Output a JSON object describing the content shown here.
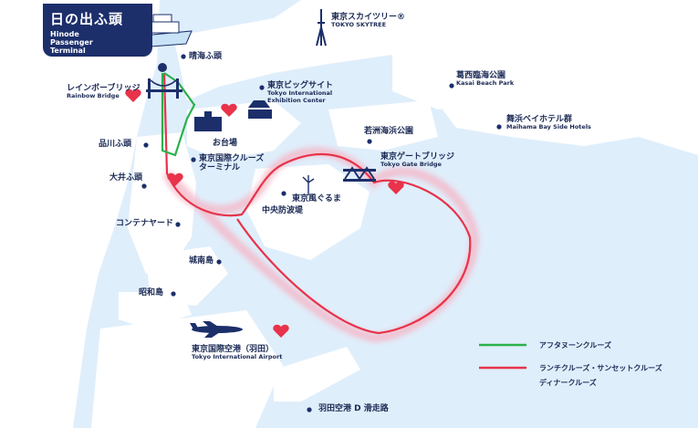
{
  "badge": {
    "title": "日の出ふ頭",
    "subtitle_en": "Hinode Passenger Terminal"
  },
  "places": {
    "skytree": {
      "jp": "東京スカイツリー®",
      "en": "TOKYO SKYTREE"
    },
    "harumi": {
      "jp": "晴海ふ頭"
    },
    "rainbow": {
      "jp": "レインボーブリッジ",
      "en": "Rainbow Bridge"
    },
    "bigsight": {
      "jp": "東京ビッグサイト",
      "en": "Tokyo International Exhibition Center"
    },
    "kasai": {
      "jp": "葛西臨海公園",
      "en": "Kasai Beach Park"
    },
    "maihama": {
      "jp": "舞浜ベイホテル群",
      "en": "Maihama Bay Side Hotels"
    },
    "wakasu": {
      "jp": "若洲海浜公園"
    },
    "gatebridge": {
      "jp": "東京ゲートブリッジ",
      "en": "Tokyo Gate Bridge"
    },
    "odaiba": {
      "jp": "お台場"
    },
    "shinagawa": {
      "jp": "品川ふ頭"
    },
    "cruise_terminal": {
      "jp": "東京国際クルーズターミナル"
    },
    "windmill": {
      "jp": "東京風ぐるま"
    },
    "chuo": {
      "jp": "中央防波堤"
    },
    "oi": {
      "jp": "大井ふ頭"
    },
    "container": {
      "jp": "コンテナヤード"
    },
    "jonan": {
      "jp": "城南島"
    },
    "showa": {
      "jp": "昭和島"
    },
    "haneda": {
      "jp": "東京国際空港（羽田）",
      "en": "Tokyo International Airport"
    },
    "runway": {
      "jp": "羽田空港 D 滑走路"
    }
  },
  "legend": {
    "afternoon": "アフタヌーンクルーズ",
    "lunch_sunset": "ランチクルーズ・サンセットクルーズ",
    "dinner": "ディナークルーズ"
  },
  "colors": {
    "sea": "#dfeefb",
    "land": "#ffffff",
    "navy": "#1c2f6b",
    "route_red": "#e8334a",
    "route_green": "#2ab14a",
    "heart": "#e8334a"
  },
  "icons": [
    "ship-icon",
    "bridge-icon",
    "heart-icon",
    "windmill-icon",
    "skytree-icon",
    "airplane-icon",
    "building-icon"
  ]
}
